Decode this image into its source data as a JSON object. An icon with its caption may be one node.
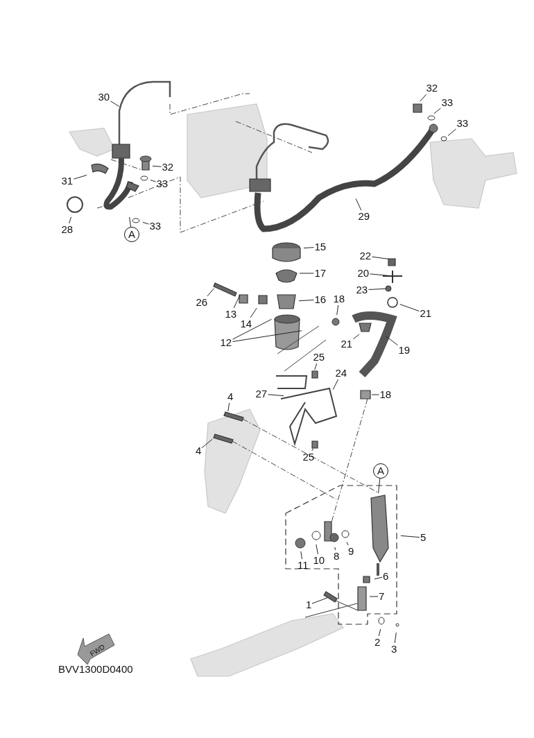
{
  "diagram": {
    "nodes": [
      {
        "text": [
          "32"
        ]
      },
      {
        "text": [
          "33"
        ]
      },
      {
        "text": [
          "30"
        ]
      },
      {
        "text": [
          "33"
        ]
      },
      {
        "text": [
          "32"
        ]
      },
      {
        "text": [
          "31"
        ]
      },
      {
        "text": [
          "33"
        ]
      },
      {
        "text": [
          "29"
        ]
      },
      {
        "text": [
          "28"
        ]
      },
      {
        "text": [
          "33"
        ]
      },
      {
        "text": [
          "A"
        ]
      },
      {
        "text": [
          "15"
        ]
      },
      {
        "text": [
          "22"
        ]
      },
      {
        "text": [
          "20"
        ]
      },
      {
        "text": [
          "17"
        ]
      },
      {
        "text": [
          "23"
        ]
      },
      {
        "text": [
          "26"
        ]
      },
      {
        "text": [
          "16"
        ]
      },
      {
        "text": [
          "18"
        ]
      },
      {
        "text": [
          "21"
        ]
      },
      {
        "text": [
          "13"
        ]
      },
      {
        "text": [
          "14"
        ]
      },
      {
        "text": [
          "12"
        ]
      },
      {
        "text": [
          "21"
        ]
      },
      {
        "text": [
          "19"
        ]
      },
      {
        "text": [
          "25"
        ]
      },
      {
        "text": [
          "24"
        ]
      },
      {
        "text": [
          "27"
        ]
      },
      {
        "text": [
          "18"
        ]
      },
      {
        "text": [
          "4"
        ]
      },
      {
        "text": [
          "4"
        ]
      },
      {
        "text": [
          "25"
        ]
      },
      {
        "text": [
          "A"
        ]
      },
      {
        "text": [
          "5"
        ]
      },
      {
        "text": [
          "6"
        ]
      },
      {
        "text": [
          "9"
        ]
      },
      {
        "text": [
          "8"
        ]
      },
      {
        "text": [
          "10"
        ]
      },
      {
        "text": [
          "11"
        ]
      },
      {
        "text": [
          "7"
        ]
      },
      {
        "text": [
          "1"
        ]
      },
      {
        "text": [
          "2"
        ]
      },
      {
        "text": [
          "3"
        ]
      }
    ],
    "edges": [
      {
        "from": 0,
        "to": null,
        "arrow": "none"
      },
      {
        "from": 1,
        "to": null,
        "arrow": "none"
      },
      {
        "from": 2,
        "to": null,
        "arrow": "none"
      },
      {
        "from": 3,
        "to": null,
        "arrow": "none"
      },
      {
        "from": 4,
        "to": null,
        "arrow": "none"
      },
      {
        "from": 5,
        "to": null,
        "arrow": "none"
      },
      {
        "from": 6,
        "to": null,
        "arrow": "none"
      },
      {
        "from": 7,
        "to": null,
        "arrow": "none"
      },
      {
        "from": 8,
        "to": null,
        "arrow": "none"
      },
      {
        "from": 9,
        "to": null,
        "arrow": "none"
      },
      {
        "from": 10,
        "to": null,
        "arrow": "none"
      },
      {
        "from": 11,
        "to": null,
        "arrow": "none"
      },
      {
        "from": 12,
        "to": null,
        "arrow": "none"
      },
      {
        "from": 13,
        "to": null,
        "arrow": "none"
      },
      {
        "from": 14,
        "to": null,
        "arrow": "none"
      },
      {
        "from": 15,
        "to": null,
        "arrow": "none"
      },
      {
        "from": 16,
        "to": null,
        "arrow": "none"
      },
      {
        "from": 17,
        "to": null,
        "arrow": "none"
      },
      {
        "from": 18,
        "to": null,
        "arrow": "none"
      },
      {
        "from": 19,
        "to": null,
        "arrow": "none"
      },
      {
        "from": 20,
        "to": null,
        "arrow": "none"
      },
      {
        "from": 21,
        "to": null,
        "arrow": "none"
      },
      {
        "from": 22,
        "to": null,
        "arrow": "none"
      },
      {
        "from": 22,
        "to": null,
        "arrow": "none"
      },
      {
        "from": 23,
        "to": null,
        "arrow": "none"
      },
      {
        "from": 24,
        "to": null,
        "arrow": "none"
      },
      {
        "from": 25,
        "to": null,
        "arrow": "none"
      },
      {
        "from": 26,
        "to": null,
        "arrow": "none"
      },
      {
        "from": 27,
        "to": null,
        "arrow": "none"
      },
      {
        "from": 28,
        "to": null,
        "arrow": "none"
      },
      {
        "from": 29,
        "to": null,
        "arrow": "none"
      },
      {
        "from": 30,
        "to": null,
        "arrow": "none"
      },
      {
        "from": 31,
        "to": null,
        "arrow": "none"
      },
      {
        "from": 32,
        "to": null,
        "arrow": "none"
      },
      {
        "from": 33,
        "to": null,
        "arrow": "none"
      },
      {
        "from": 34,
        "to": null,
        "arrow": "none"
      },
      {
        "from": 35,
        "to": null,
        "arrow": "none"
      },
      {
        "from": 36,
        "to": null,
        "arrow": "none"
      },
      {
        "from": 37,
        "to": null,
        "arrow": "none"
      },
      {
        "from": 38,
        "to": null,
        "arrow": "none"
      },
      {
        "from": 39,
        "to": null,
        "arrow": "none"
      },
      {
        "from": 40,
        "to": null,
        "arrow": "none"
      },
      {
        "from": 41,
        "to": null,
        "arrow": "none"
      },
      {
        "from": 42,
        "to": null,
        "arrow": "none"
      }
    ],
    "labels": [
      "FWD",
      "BVV1300D0400"
    ]
  }
}
